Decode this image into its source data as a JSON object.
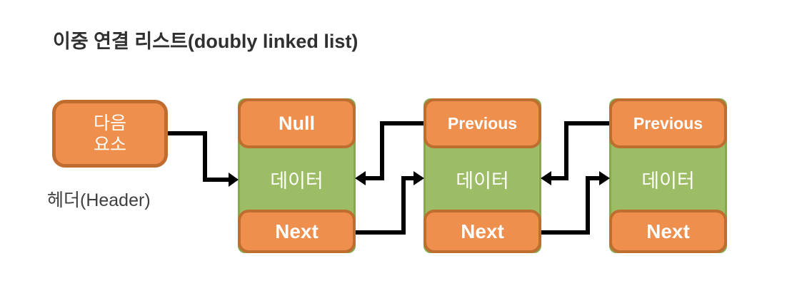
{
  "title": "이중 연결 리스트(doubly linked list)",
  "header_node": {
    "label": "다음\n요소",
    "caption": "헤더(Header)"
  },
  "nodes": [
    {
      "top": "Null",
      "middle": "데이터",
      "bottom": "Next"
    },
    {
      "top": "Previous",
      "middle": "데이터",
      "bottom": "Next"
    },
    {
      "top": "Previous",
      "middle": "데이터",
      "bottom": "Next"
    }
  ],
  "colors": {
    "orange_fill": "#EE8F4D",
    "orange_border": "#C06C2E",
    "green_fill": "#9CBD66",
    "green_border": "#87A750",
    "arrow": "#000000",
    "text_dark": "#303030",
    "text_light": "#FFFFFF"
  }
}
